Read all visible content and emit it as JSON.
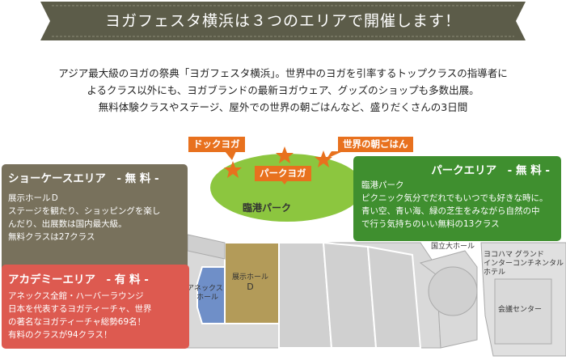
{
  "banner": {
    "title": "ヨガフェスタ横浜は３つのエリアで開催します！"
  },
  "intro": {
    "lines": [
      "アジア最大級のヨガの祭典「ヨガフェスタ横浜」。世界中のヨガを引率するトップクラスの指導者に",
      "よるクラス以外にも、ヨガブランドの最新ヨガウェア、グッズのショップも多数出展。",
      "無料体験クラスやステージ、屋外での世界の朝ごはんなど、盛りだくさんの3日間"
    ]
  },
  "map": {
    "tags": {
      "dock_yoga": "ドックヨガ",
      "breakfast": "世界の朝ごはん",
      "park_yoga": "パークヨガ"
    },
    "circle_label": "臨港パーク",
    "labels": {
      "annex": [
        "アネックス",
        "ホール"
      ],
      "hall_d": [
        "展示ホール",
        "D"
      ],
      "kokuritsu": "国立大ホール",
      "intercon": [
        "ヨコハマ グランド",
        "インターコンチネンタル",
        "ホテル"
      ],
      "kaigi": "会議センター"
    }
  },
  "areas": {
    "showcase": {
      "title": "ショーケースエリア　- 無 料 -",
      "lines": [
        "展示ホールＤ",
        "ステージを観たり、ショッピングを楽し",
        "んだり、出展数は国内最大級。",
        "無料クラスは27クラス"
      ]
    },
    "academy": {
      "title": "アカデミーエリア　- 有 料 -",
      "lines": [
        "アネックス全館・ハーバーラウンジ",
        "日本を代表するヨガティーチャ、世界",
        "の著名なヨガティーチャ総勢69名！",
        "有料のクラスが94クラス！"
      ]
    },
    "park": {
      "title": "パークエリア　- 無 料 -",
      "lines": [
        "臨港パーク",
        "ピクニック気分でだれでもいつでも好きな時に。",
        "青い空、青い海、緑の芝生をみながら自然の中",
        "で行う気持ちのいい無料の13クラス"
      ]
    }
  },
  "colors": {
    "banner": "#5c5c49",
    "tag": "#e8711e",
    "showcase": "#78715c",
    "academy": "#dd5a50",
    "park": "#3f8f2f",
    "park_ellipse": "#8cc63f",
    "hall_d": "#b39b59",
    "annex": "#6f8fc8"
  }
}
